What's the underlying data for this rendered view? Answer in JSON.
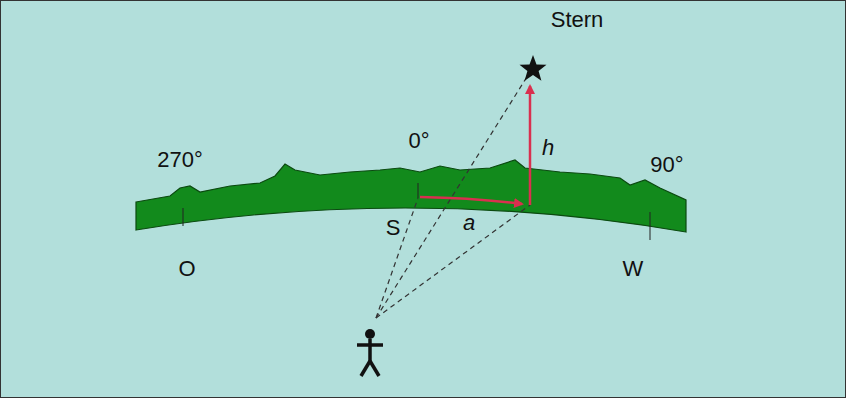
{
  "diagram": {
    "labels": [
      "Stern",
      "270°",
      "0°",
      "90°",
      "h",
      "S",
      "a",
      "O",
      "W"
    ]
  }
}
